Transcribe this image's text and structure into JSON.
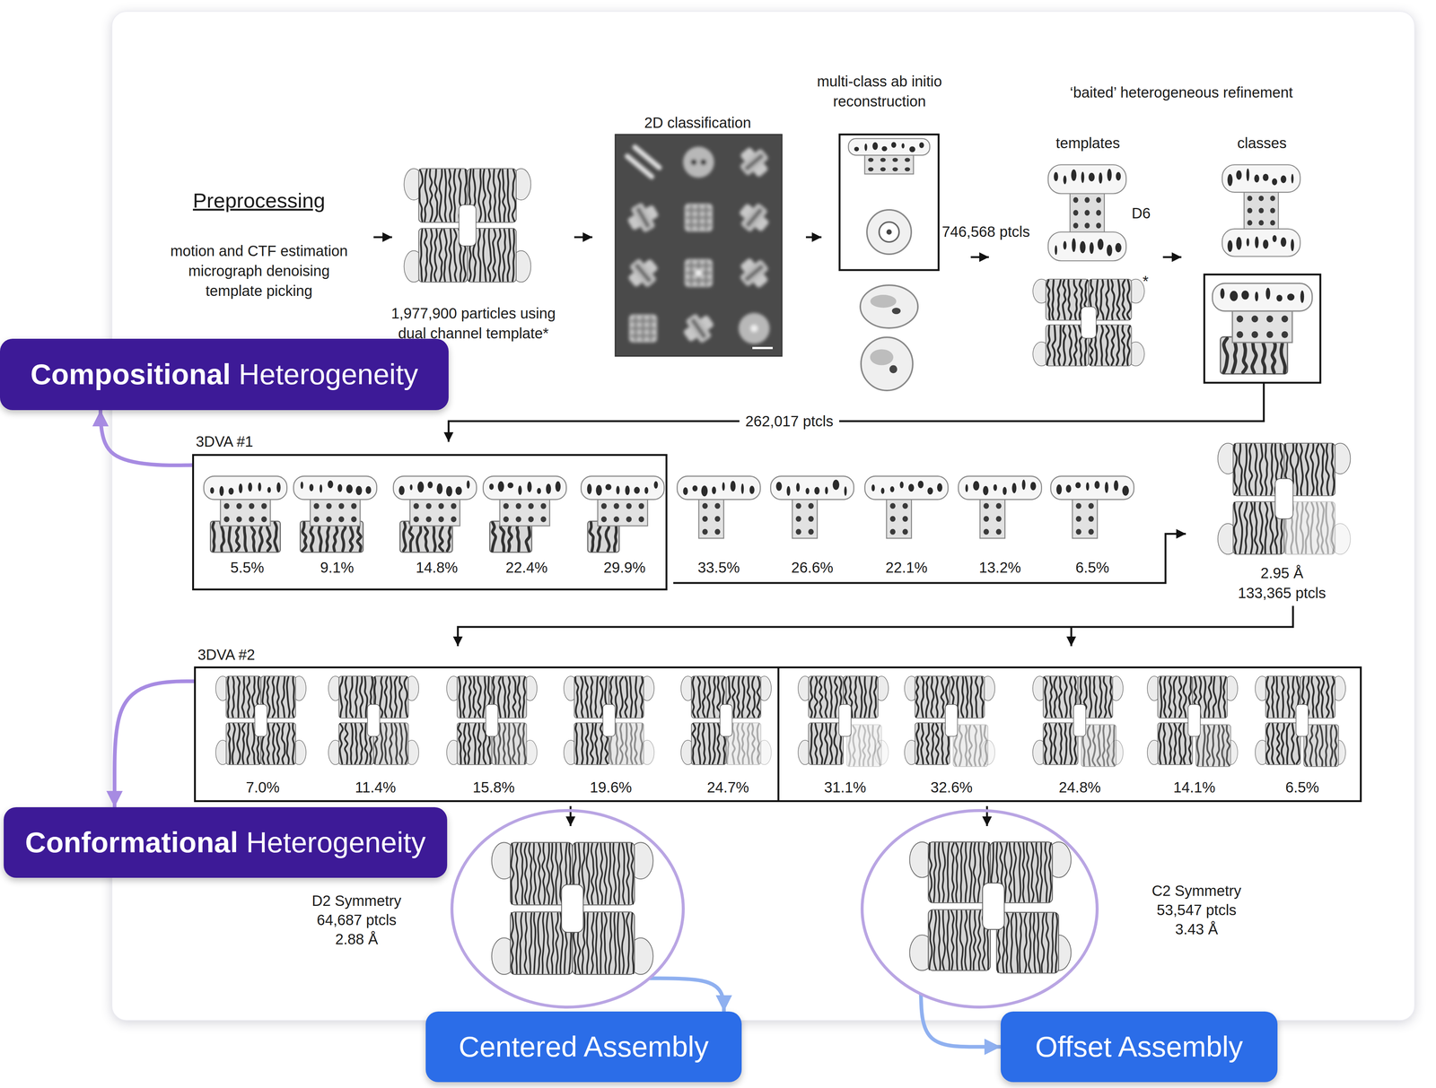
{
  "diagram": {
    "nodes": [
      {
        "text": [
          "Compositional",
          "Heterogeneity"
        ]
      },
      {
        "text": [
          "3DVA #1",
          "5.5%",
          "9.1%",
          "14.8%",
          "22.4%",
          "29.9%"
        ]
      },
      {
        "text": [
          "3DVA #2"
        ]
      },
      {
        "text": [
          "7.0%",
          "11.4%",
          "15.8%",
          "19.6%",
          "24.7%"
        ],
        "in": 2
      },
      {
        "text": [
          "31.1%",
          "32.6%",
          "24.8%",
          "14.1%",
          "6.5%"
        ],
        "in": 2
      },
      {
        "text": [
          "Conformational",
          "Heterogeneity"
        ]
      },
      {
        "text": [
          "D2 Symmetry 64,687 ptcls 2.88 Å"
        ]
      },
      {
        "text": [
          "C2 Symmetry 53,547 ptcls 3.43 Å"
        ]
      },
      {
        "text": [
          "Centered Assembly"
        ]
      },
      {
        "text": [
          "Offset Assembly"
        ]
      }
    ],
    "edges": [
      {
        "from": 1,
        "to": 0,
        "arrow": "to"
      },
      {
        "from": 2,
        "to": 5,
        "arrow": "to"
      },
      {
        "from": 6,
        "to": 8,
        "arrow": "to"
      },
      {
        "from": 7,
        "to": 9,
        "arrow": "to"
      }
    ],
    "labels": [
      "Preprocessing",
      "motion and CTF estimation micrograph denoising template picking",
      "1,977,900 particles using dual channel template*",
      "2D classification",
      "multi-class ab initio reconstruction",
      "746,568 ptcls",
      "‘baited’ heterogeneous refinement",
      "templates",
      "classes",
      "D6",
      "*",
      "262,017 ptcls",
      "33.5%",
      "26.6%",
      "22.1%",
      "13.2%",
      "6.5%",
      "2.95 Å 133,365 ptcls"
    ]
  }
}
